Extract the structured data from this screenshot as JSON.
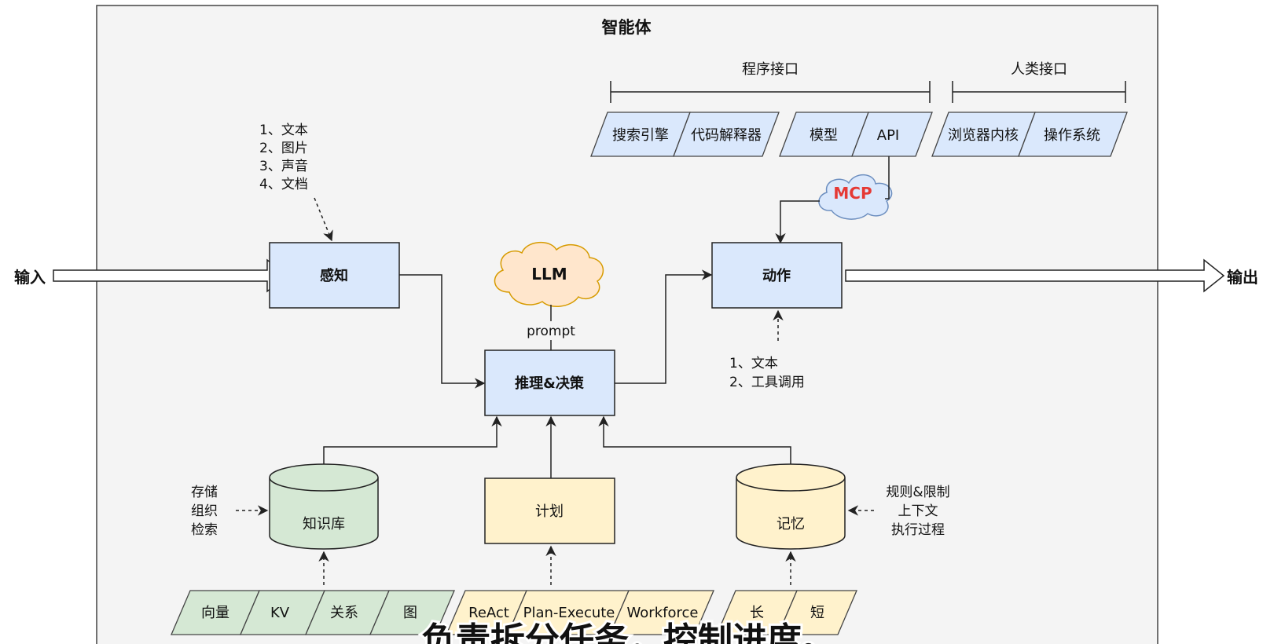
{
  "diagram": {
    "container_title": "智能体",
    "groups": {
      "program_interface": "程序接口",
      "human_interface": "人类接口"
    },
    "tools": [
      "搜索引擎",
      "代码解释器",
      "模型",
      "API",
      "浏览器内核",
      "操作系统"
    ],
    "mcp": "MCP",
    "input": "输入",
    "output": "输出",
    "modules": {
      "perception": "感知",
      "action": "动作",
      "reasoning": "推理&决策",
      "llm": "LLM",
      "prompt": "prompt",
      "knowledge": "知识库",
      "plan": "计划",
      "memory": "记忆"
    },
    "perception_inputs": [
      "1、文本",
      "2、图片",
      "3、声音",
      "4、文档"
    ],
    "action_outputs": [
      "1、文本",
      "2、工具调用"
    ],
    "knowledge_ops": [
      "存储",
      "组织",
      "检索"
    ],
    "memory_inputs": [
      "规则&限制",
      "上下文",
      "执行过程"
    ],
    "knowledge_types": [
      "向量",
      "KV",
      "关系",
      "图"
    ],
    "plan_types": [
      "ReAct",
      "Plan-Execute",
      "Workforce"
    ],
    "memory_types": [
      "长",
      "短"
    ],
    "subtitle": "负责拆分任务，控制进度。"
  },
  "colors": {
    "blue_box": "#dae8fc",
    "blue_stroke": "#6c8ebf",
    "green_box": "#d5e8d4",
    "green_stroke": "#82b366",
    "yellow_box": "#fff2cc",
    "yellow_stroke": "#d6b656",
    "orange_cloud": "#ffe6cc",
    "orange_stroke": "#d79b00",
    "mcp_cloud": "#dae8fc",
    "mcp_text": "#e53935",
    "container_bg": "#f4f4f4"
  }
}
